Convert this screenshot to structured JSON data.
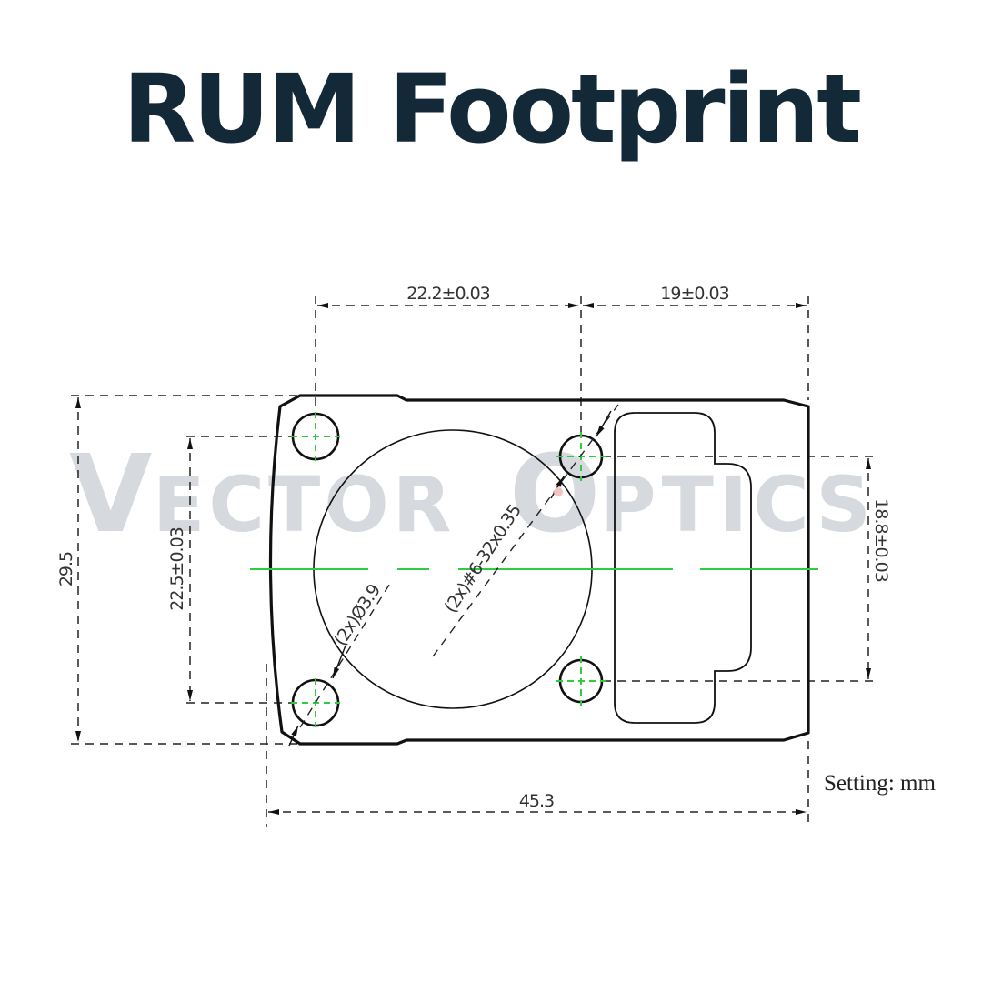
{
  "title": "RUM Footprint",
  "watermark": {
    "big_initial_1": "V",
    "rest_1": "ECTOR",
    "big_initial_2": "O",
    "rest_2": "PTICS",
    "color": "#d6dade"
  },
  "units_label": "Setting: mm",
  "dimensions": {
    "top_left": "22.2±0.03",
    "top_right": "19±0.03",
    "overall_height": "29.5",
    "hole_spacing_left": "22.5±0.03",
    "hole_spacing_right": "18.8±0.03",
    "overall_width": "45.3",
    "clearance_hole_callout": "(2x)Ø3.9",
    "thread_callout": "(2x)#6-32x0.35"
  },
  "colors": {
    "title": "#142938",
    "outline": "#111111",
    "centerline": "#2ecc40",
    "dim_line": "#222222",
    "dim_text": "#333333"
  }
}
